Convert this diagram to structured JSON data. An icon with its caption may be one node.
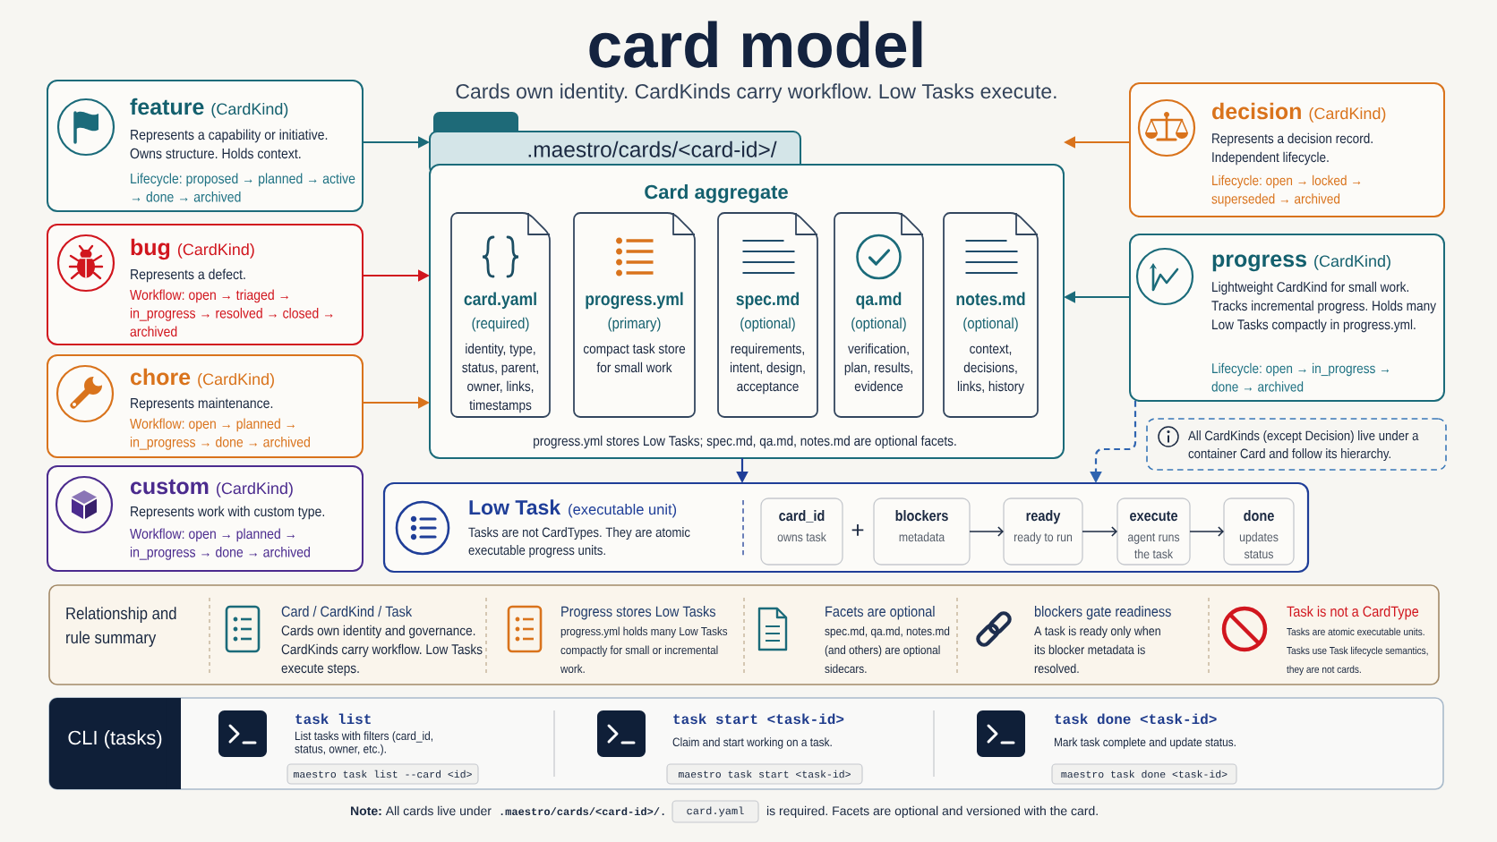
{
  "diagram": {
    "title": "card model",
    "nodes": [
      {
        "text": [
          "feature",
          "(CardKind)",
          "Represents a capability or initiative. Owns structure. Holds context.",
          "Lifecycle: proposed → planned → active → done → archived"
        ]
      },
      {
        "text": [
          "bug",
          "(CardKind)",
          "Represents a defect.",
          "Workflow: open → triaged → in_progress → resolved → closed → archived"
        ]
      },
      {
        "text": [
          "chore",
          "(CardKind)",
          "Represents maintenance.",
          "Workflow: open → planned → in_progress → done → archived"
        ]
      },
      {
        "text": [
          "custom",
          "(CardKind)",
          "Represents work with custom type.",
          "Workflow: open → planned → in_progress → done → archived"
        ]
      },
      {
        "text": [
          ".maestro/cards/<card-id>/",
          "Card aggregate",
          "progress.yml stores Low Tasks; spec.md, qa.md, notes.md are optional facets."
        ]
      },
      {
        "text": [
          "card.yaml",
          "(required)",
          "identity, type, status, parent, owner, links, timestamps"
        ],
        "in": 4
      },
      {
        "text": [
          "progress.yml",
          "(primary)",
          "compact task store for small work"
        ],
        "in": 4
      },
      {
        "text": [
          "spec.md",
          "(optional)",
          "requirements, intent, design, acceptance"
        ],
        "in": 4
      },
      {
        "text": [
          "qa.md",
          "(optional)",
          "verification, plan, results, evidence"
        ],
        "in": 4
      },
      {
        "text": [
          "notes.md",
          "(optional)",
          "context, decisions, links, history"
        ],
        "in": 4
      },
      {
        "text": [
          "decision",
          "(CardKind)",
          "Represents a decision record. Independent lifecycle.",
          "Lifecycle: open → locked → superseded → archived"
        ]
      },
      {
        "text": [
          "progress",
          "(CardKind)",
          "Lightweight CardKind for small work. Tracks incremental progress. Holds many Low Tasks compactly in progress.yml.",
          "Lifecycle: open → in_progress → done → archived"
        ]
      },
      {
        "text": [
          "All CardKinds (except Decision) live under a container Card and follow its hierarchy."
        ]
      },
      {
        "text": [
          "Low Task",
          "(executable unit)",
          "Tasks are not CardTypes. They are atomic executable progress units."
        ]
      },
      {
        "text": [
          "card_id",
          "owns task"
        ],
        "in": 13
      },
      {
        "text": [
          "blockers",
          "metadata"
        ],
        "in": 13
      },
      {
        "text": [
          "ready",
          "ready to run"
        ],
        "in": 13
      },
      {
        "text": [
          "execute",
          "agent runs the task"
        ],
        "in": 13
      },
      {
        "text": [
          "done",
          "updates status"
        ],
        "in": 13
      },
      {
        "text": [
          "Relationship and rule summary",
          "Card / CardKind / Task",
          "Cards own identity and governance. CardKinds carry workflow. Low Tasks execute steps.",
          "Progress stores Low Tasks",
          "progress.yml holds many Low Tasks compactly for small or incremental work.",
          "Facets are optional",
          "spec.md, qa.md, notes.md (and others) are optional sidecars.",
          "blockers gate readiness",
          "A task is ready only when its blocker metadata is resolved.",
          "Task is not a CardType",
          "Tasks are atomic executable units. Tasks use Task lifecycle semantics, they are not cards."
        ]
      },
      {
        "text": [
          "CLI (tasks)",
          "task list",
          "List tasks with filters (card_id, status, owner, etc.).",
          "task start <task-id>",
          "Claim and start working on a task.",
          "task done <task-id>",
          "Mark task complete and update status."
        ]
      },
      {
        "text": [
          "maestro task list --card <id>"
        ],
        "in": 20
      },
      {
        "text": [
          "maestro task start <task-id>"
        ],
        "in": 20
      },
      {
        "text": [
          "maestro task done <task-id>"
        ],
        "in": 20
      },
      {
        "text": [
          "card.yaml"
        ]
      }
    ],
    "edges": [
      {
        "from": 0,
        "to": 4,
        "arrow": "to",
        "color": "#1b6b7a"
      },
      {
        "from": 1,
        "to": 4,
        "arrow": "to",
        "color": "#d1161e"
      },
      {
        "from": 2,
        "to": 4,
        "arrow": "to",
        "color": "#d9731c"
      },
      {
        "from": 10,
        "to": 4,
        "arrow": "to",
        "color": "#d9731c"
      },
      {
        "from": 11,
        "to": 4,
        "arrow": "to",
        "color": "#1b6b7a"
      },
      {
        "from": 4,
        "to": 13,
        "arrow": "to",
        "color": "#1f3e98"
      },
      {
        "from": 11,
        "to": 13,
        "arrow": "to",
        "style": "dashed",
        "color": "#2f64b0"
      },
      {
        "from": 15,
        "to": 16,
        "arrow": "to"
      },
      {
        "from": 16,
        "to": 17,
        "arrow": "to"
      },
      {
        "from": 17,
        "to": 18,
        "arrow": "to"
      }
    ],
    "labels": [
      "Cards own identity. CardKinds carry workflow. Low Tasks execute.",
      "+",
      "**Note:** All cards live under",
      ".maestro/cards/<card-id>/.",
      "is required. Facets are optional and versioned with the card."
    ]
  }
}
